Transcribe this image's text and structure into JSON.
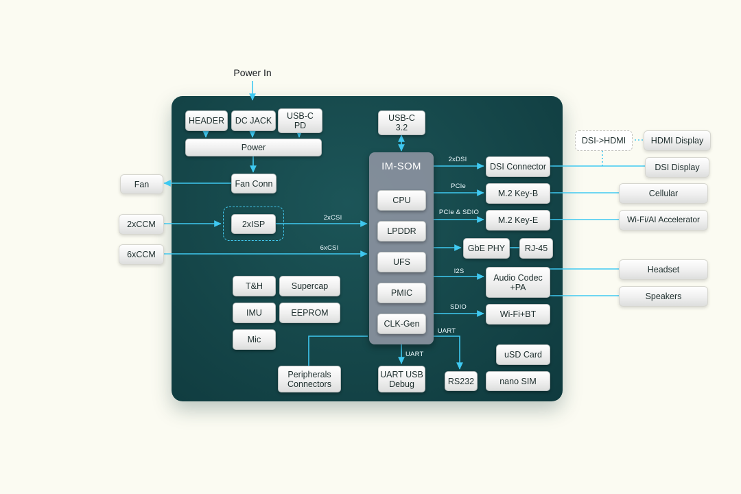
{
  "colors": {
    "accent_line": "#3fc9f1",
    "board_teal": "#154649",
    "module_gray": "#8a919e",
    "node_text": "#20302f",
    "page_bg": "#fbfbf2"
  },
  "labels": {
    "power_in": "Power In"
  },
  "nodes": {
    "header": {
      "label": "HEADER"
    },
    "dc_jack": {
      "label": "DC JACK"
    },
    "usbc_pd": {
      "label": "USB-C\nPD"
    },
    "power": {
      "label": "Power"
    },
    "fan_conn": {
      "label": "Fan Conn"
    },
    "fan": {
      "label": "Fan"
    },
    "ccm2": {
      "label": "2xCCM"
    },
    "ccm6": {
      "label": "6xCCM"
    },
    "isp": {
      "label": "2xISP"
    },
    "usbc32": {
      "label": "USB-C\n3.2"
    },
    "imsom": {
      "label": "IM-SOM"
    },
    "cpu": {
      "label": "CPU"
    },
    "lpddr": {
      "label": "LPDDR"
    },
    "ufs": {
      "label": "UFS"
    },
    "pmic": {
      "label": "PMIC"
    },
    "clkgen": {
      "label": "CLK-Gen"
    },
    "th": {
      "label": "T&H"
    },
    "supercap": {
      "label": "Supercap"
    },
    "imu": {
      "label": "IMU"
    },
    "eeprom": {
      "label": "EEPROM"
    },
    "mic": {
      "label": "Mic"
    },
    "periph": {
      "label": "Peripherals\nConnectors"
    },
    "uart_usb": {
      "label": "UART USB\nDebug"
    },
    "rs232": {
      "label": "RS232"
    },
    "dsi_conn": {
      "label": "DSI Connector"
    },
    "m2b": {
      "label": "M.2 Key-B"
    },
    "m2e": {
      "label": "M.2 Key-E"
    },
    "gbe": {
      "label": "GbE PHY"
    },
    "rj45": {
      "label": "RJ-45"
    },
    "audio": {
      "label": "Audio Codec\n+PA"
    },
    "wifibt": {
      "label": "Wi-Fi+BT"
    },
    "usd": {
      "label": "uSD Card"
    },
    "nanosim": {
      "label": "nano SIM"
    },
    "dsi_hdmi": {
      "label": "DSI->HDMI"
    },
    "hdmi_disp": {
      "label": "HDMI Display"
    },
    "dsi_disp": {
      "label": "DSI Display"
    },
    "cellular": {
      "label": "Cellular"
    },
    "wifi_ai": {
      "label": "Wi-Fi/AI Accelerator"
    },
    "headset": {
      "label": "Headset"
    },
    "speakers": {
      "label": "Speakers"
    }
  },
  "bus_labels": {
    "csi2": "2xCSI",
    "csi6": "6xCSI",
    "dsi2": "2xDSI",
    "pcie": "PCIe",
    "pcie_sdio": "PCIe & SDIO",
    "i2s": "I2S",
    "sdio": "SDIO",
    "uart_right": "UART",
    "uart_bottom": "UART"
  }
}
